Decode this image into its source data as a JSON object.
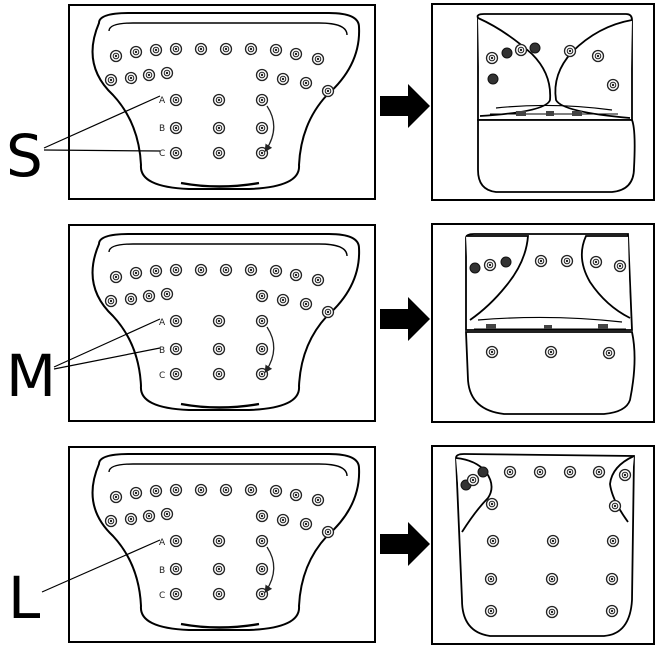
{
  "rows": [
    {
      "size": "S",
      "callouts": [
        "A",
        "C"
      ]
    },
    {
      "size": "M",
      "callouts": [
        "A",
        "B"
      ]
    },
    {
      "size": "L",
      "callouts": [
        "A"
      ]
    }
  ],
  "snap_row_labels": [
    "A",
    "B",
    "C"
  ],
  "colors": {
    "ink": "#000000",
    "filled_snap": "#333333",
    "background": "#ffffff"
  }
}
